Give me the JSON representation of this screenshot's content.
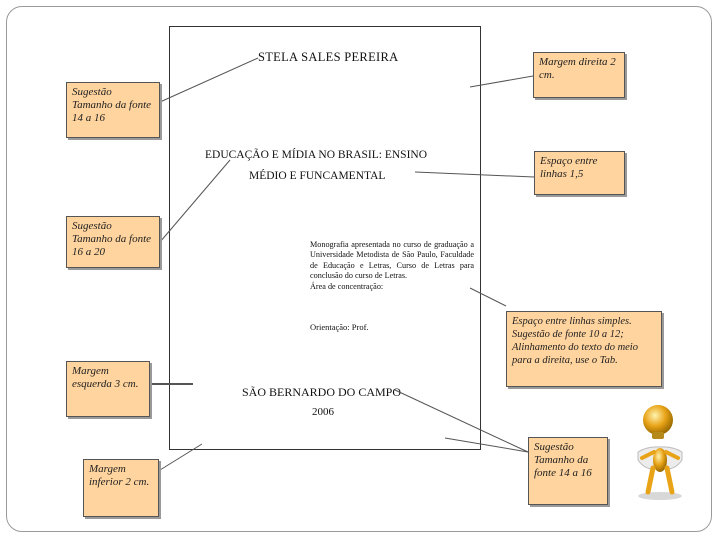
{
  "page": {
    "author": "STELA SALES PEREIRA",
    "title_line1": "EDUCAÇÃO E MÍDIA NO BRASIL: ENSINO",
    "title_line2": "MÉDIO E FUNCAMENTAL",
    "monograph_text": "Monografia apresentada no curso de graduação a Universidade Metodista de São Paulo, Faculdade de Educação e Letras, Curso de Letras para conclusão do curso de Letras.",
    "area_text": "Área de concentração:",
    "orientation_text": "Orientação: Prof.",
    "city": "SÃO BERNARDO DO CAMPO",
    "year": "2006"
  },
  "callouts": {
    "font_size_author": "Sugestão Tamanho da fonte 14 a 16",
    "right_margin": "Margem direita 2 cm.",
    "line_spacing": "Espaço entre linhas 1,5",
    "font_size_title": "Sugestão Tamanho da fonte 16 a 20",
    "body_spacing": "Espaço entre linhas simples. Sugestão de fonte 10 a 12; Alinhamento do texto do meio para a direita, use o Tab.",
    "left_margin": "Margem esquerda 3 cm.",
    "bottom_margin": "Margem inferior 2 cm.",
    "font_size_city": "Sugestão Tamanho da fonte 14 a 16"
  },
  "colors": {
    "callout_fill": "#ffd49e",
    "callout_border": "#555555",
    "figure_gold": "#e8a317"
  },
  "icons": {
    "figure": "lightbulb-person-icon"
  }
}
